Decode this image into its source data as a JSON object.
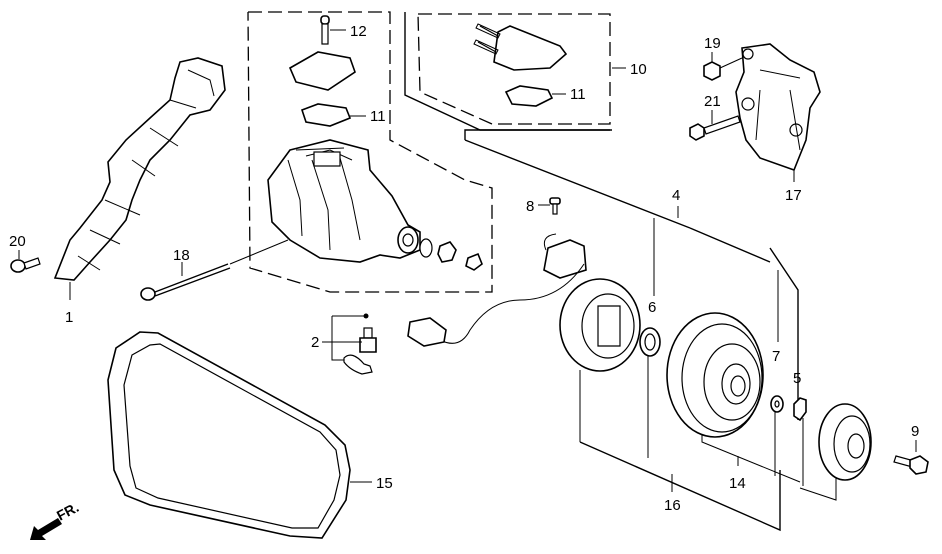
{
  "diagram": {
    "title": "A/C Compressor Exploded View",
    "orientation_label": "FR.",
    "callouts": [
      {
        "id": "c1",
        "label": "1"
      },
      {
        "id": "c2",
        "label": "2"
      },
      {
        "id": "c4",
        "label": "4"
      },
      {
        "id": "c5",
        "label": "5"
      },
      {
        "id": "c6",
        "label": "6"
      },
      {
        "id": "c7",
        "label": "7"
      },
      {
        "id": "c8",
        "label": "8"
      },
      {
        "id": "c9",
        "label": "9"
      },
      {
        "id": "c10",
        "label": "10"
      },
      {
        "id": "c11a",
        "label": "11"
      },
      {
        "id": "c11b",
        "label": "11"
      },
      {
        "id": "c12",
        "label": "12"
      },
      {
        "id": "c14",
        "label": "14"
      },
      {
        "id": "c15",
        "label": "15"
      },
      {
        "id": "c16",
        "label": "16"
      },
      {
        "id": "c17",
        "label": "17"
      },
      {
        "id": "c18",
        "label": "18"
      },
      {
        "id": "c19",
        "label": "19"
      },
      {
        "id": "c20",
        "label": "20"
      },
      {
        "id": "c21",
        "label": "21"
      }
    ],
    "parts": [
      {
        "ref": "1",
        "name": "compressor-bracket-shield"
      },
      {
        "ref": "2",
        "name": "thermal-switch"
      },
      {
        "ref": "4",
        "name": "clutch-assembly"
      },
      {
        "ref": "5",
        "name": "snap-ring"
      },
      {
        "ref": "6",
        "name": "shim-ring"
      },
      {
        "ref": "7",
        "name": "shim"
      },
      {
        "ref": "8",
        "name": "screw"
      },
      {
        "ref": "9",
        "name": "bolt"
      },
      {
        "ref": "10",
        "name": "valve-plate-assembly"
      },
      {
        "ref": "11",
        "name": "o-ring"
      },
      {
        "ref": "12",
        "name": "bolt"
      },
      {
        "ref": "14",
        "name": "pulley"
      },
      {
        "ref": "15",
        "name": "drive-belt"
      },
      {
        "ref": "16",
        "name": "field-coil"
      },
      {
        "ref": "17",
        "name": "compressor-bracket"
      },
      {
        "ref": "18",
        "name": "through-bolt"
      },
      {
        "ref": "19",
        "name": "nut"
      },
      {
        "ref": "20",
        "name": "bolt"
      },
      {
        "ref": "21",
        "name": "flange-bolt"
      }
    ]
  }
}
